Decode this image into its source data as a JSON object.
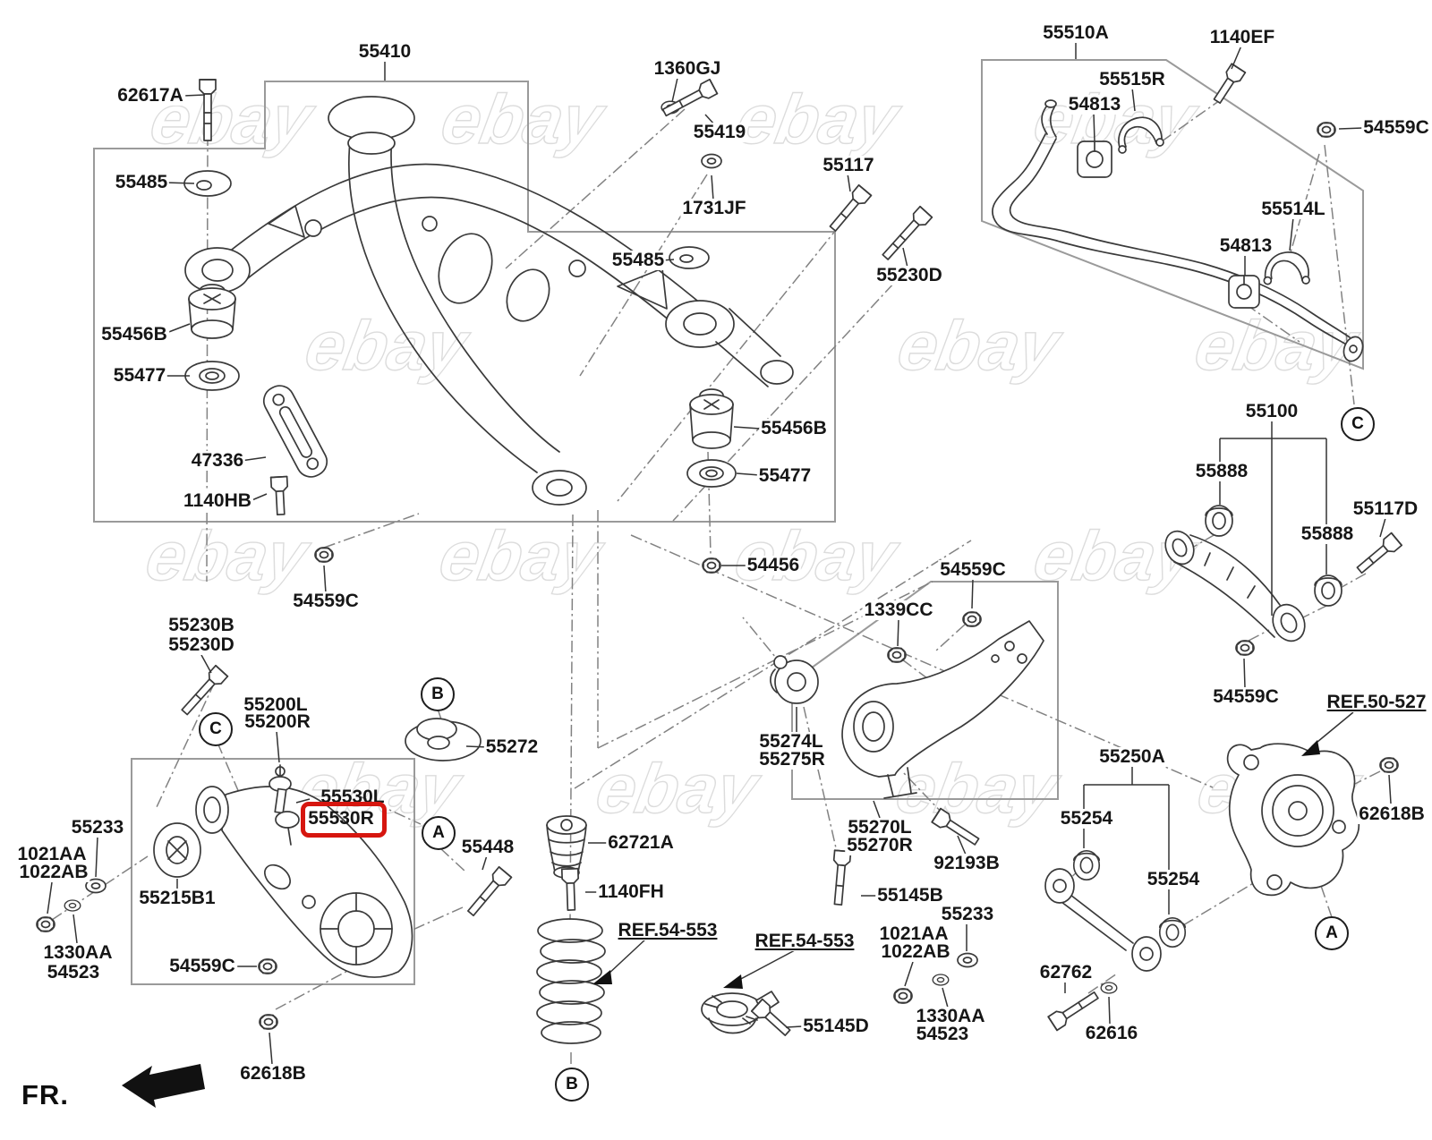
{
  "watermark": "ebay",
  "fr_indicator": "FR.",
  "highlight": {
    "part": "55530R",
    "color": "#d6160f"
  },
  "section_markers": [
    {
      "letter": "B"
    },
    {
      "letter": "A"
    },
    {
      "letter": "C"
    },
    {
      "letter": "C"
    },
    {
      "letter": "A"
    },
    {
      "letter": "B"
    }
  ],
  "part_labels": [
    {
      "text": "62617A"
    },
    {
      "text": "55410"
    },
    {
      "text": "55485"
    },
    {
      "text": "1360GJ"
    },
    {
      "text": "55419"
    },
    {
      "text": "1731JF"
    },
    {
      "text": "55117"
    },
    {
      "text": "55230D"
    },
    {
      "text": "55485"
    },
    {
      "text": "55510A"
    },
    {
      "text": "1140EF"
    },
    {
      "text": "55515R"
    },
    {
      "text": "54813"
    },
    {
      "text": "54559C"
    },
    {
      "text": "55514L"
    },
    {
      "text": "54813"
    },
    {
      "text": "55456B"
    },
    {
      "text": "55477"
    },
    {
      "text": "47336"
    },
    {
      "text": "1140HB"
    },
    {
      "text": "54559C"
    },
    {
      "text": "55456B"
    },
    {
      "text": "55477"
    },
    {
      "text": "54456"
    },
    {
      "text": "1339CC"
    },
    {
      "text": "54559C"
    },
    {
      "text": "55274L"
    },
    {
      "text": "55275R"
    },
    {
      "text": "55270L"
    },
    {
      "text": "55270R"
    },
    {
      "text": "92193B"
    },
    {
      "text": "55145B"
    },
    {
      "text": "55230B"
    },
    {
      "text": "55230D"
    },
    {
      "text": "55200L"
    },
    {
      "text": "55200R"
    },
    {
      "text": "55530L"
    },
    {
      "text": "55530R"
    },
    {
      "text": "55272"
    },
    {
      "text": "55448"
    },
    {
      "text": "62721A"
    },
    {
      "text": "1140FH"
    },
    {
      "text": "REF.54-553"
    },
    {
      "text": "REF.54-553"
    },
    {
      "text": "55145D"
    },
    {
      "text": "55233"
    },
    {
      "text": "1021AA"
    },
    {
      "text": "1022AB"
    },
    {
      "text": "55215B1"
    },
    {
      "text": "1330AA"
    },
    {
      "text": "54523"
    },
    {
      "text": "54559C"
    },
    {
      "text": "62618B"
    },
    {
      "text": "55100"
    },
    {
      "text": "55888"
    },
    {
      "text": "55117D"
    },
    {
      "text": "55888"
    },
    {
      "text": "54559C"
    },
    {
      "text": "REF.50-527"
    },
    {
      "text": "62618B"
    },
    {
      "text": "55250A"
    },
    {
      "text": "55254"
    },
    {
      "text": "55254"
    },
    {
      "text": "62762"
    },
    {
      "text": "62616"
    },
    {
      "text": "55233"
    },
    {
      "text": "1021AA"
    },
    {
      "text": "1022AB"
    },
    {
      "text": "1330AA"
    },
    {
      "text": "54523"
    }
  ]
}
